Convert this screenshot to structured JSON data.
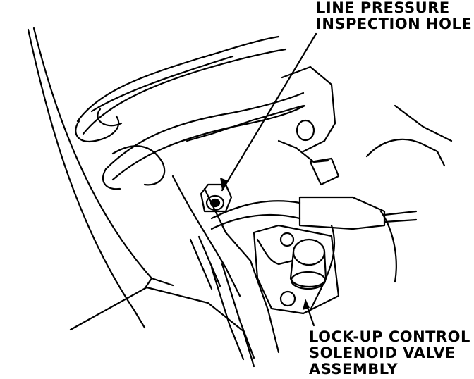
{
  "diagram": {
    "callouts": [
      {
        "lines": [
          "LINE PRESSURE",
          "INSPECTION HOLE"
        ]
      },
      {
        "lines": [
          "LOCK-UP CONTROL",
          "SOLENOID VALVE",
          "ASSEMBLY"
        ]
      }
    ]
  },
  "colors": {
    "ink": "#000000",
    "paper": "#ffffff"
  }
}
